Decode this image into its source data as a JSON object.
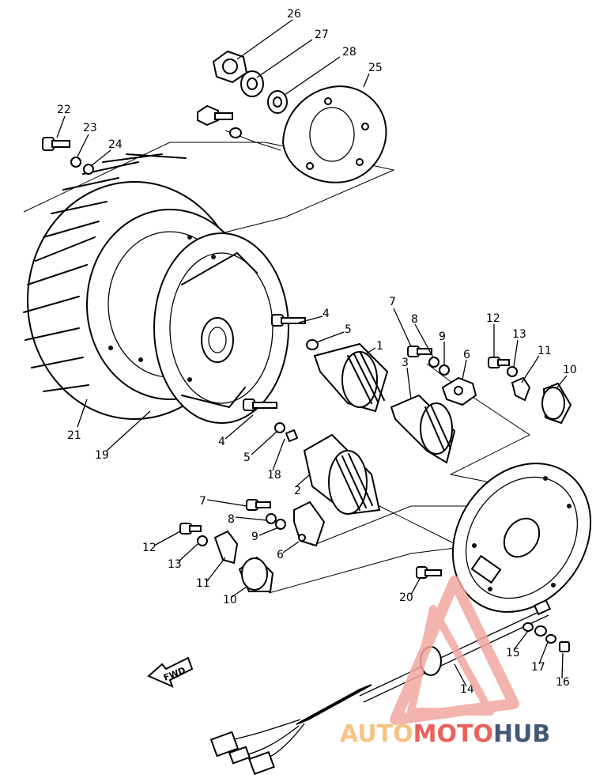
{
  "callouts": [
    "26",
    "27",
    "28",
    "25",
    "22",
    "23",
    "24",
    "4",
    "5",
    "1",
    "7",
    "8",
    "9",
    "6",
    "12",
    "13",
    "11",
    "10",
    "3",
    "21",
    "19",
    "4",
    "5",
    "18",
    "2",
    "7",
    "8",
    "9",
    "6",
    "12",
    "13",
    "11",
    "10",
    "20",
    "15",
    "17",
    "16",
    "14"
  ],
  "fwd_label": "FWD",
  "watermark": {
    "part1": "AUTO",
    "part2": "MOTO",
    "part3": "HUB"
  },
  "colors": {
    "line": "#000000",
    "watermark_orange": "#f6b96f",
    "watermark_red": "#e6473e",
    "watermark_navy": "#233b5e"
  }
}
